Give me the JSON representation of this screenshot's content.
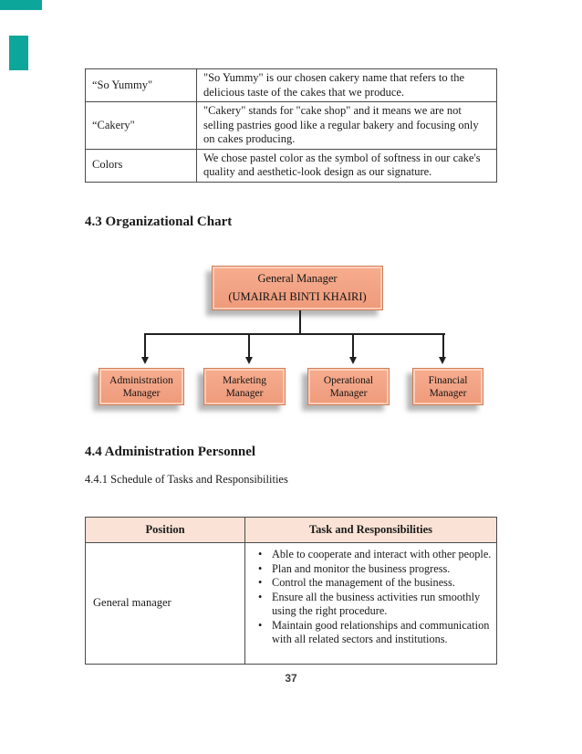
{
  "decorations": {
    "marker_color": "#0ca79a"
  },
  "branding_table": {
    "rows": [
      {
        "term": "“So Yummy\"",
        "description": "\"So Yummy\" is our chosen cakery name that refers to the delicious taste of the cakes that we produce."
      },
      {
        "term": "“Cakery\"",
        "description": "\"Cakery\" stands for \"cake shop\" and it means we are not selling pastries good like a regular bakery and focusing only on cakes producing."
      },
      {
        "term": "Colors",
        "description": "We chose pastel color as the symbol of softness in our cake's quality and aesthetic-look design as our signature."
      }
    ]
  },
  "sections": {
    "org_chart_heading": "4.3 Organizational Chart",
    "admin_heading": "4.4 Administration Personnel",
    "admin_subheading": "4.4.1 Schedule of Tasks and Responsibilities"
  },
  "org_chart": {
    "box_fill": "#f2a385",
    "box_border": "#d07c57",
    "root": {
      "title": "General Manager",
      "subtitle": "(UMAIRAH BINTI KHAIRI)"
    },
    "children": [
      {
        "line1": "Administration",
        "line2": "Manager"
      },
      {
        "line1": "Marketing",
        "line2": "Manager"
      },
      {
        "line1": "Operational",
        "line2": "Manager"
      },
      {
        "line1": "Financial",
        "line2": "Manager"
      }
    ]
  },
  "personnel_table": {
    "header_fill": "#fae3d6",
    "bullet": "•",
    "headers": {
      "position": "Position",
      "tasks": "Task and Responsibilities"
    },
    "rows": [
      {
        "position": "General manager",
        "tasks": [
          "Able to cooperate and interact with other people.",
          "Plan and monitor the business progress.",
          "Control the management of the business.",
          "Ensure all the business activities run smoothly using the right procedure.",
          "Maintain good relationships and communication with all related sectors and institutions."
        ]
      }
    ]
  },
  "page": {
    "number": "37"
  }
}
